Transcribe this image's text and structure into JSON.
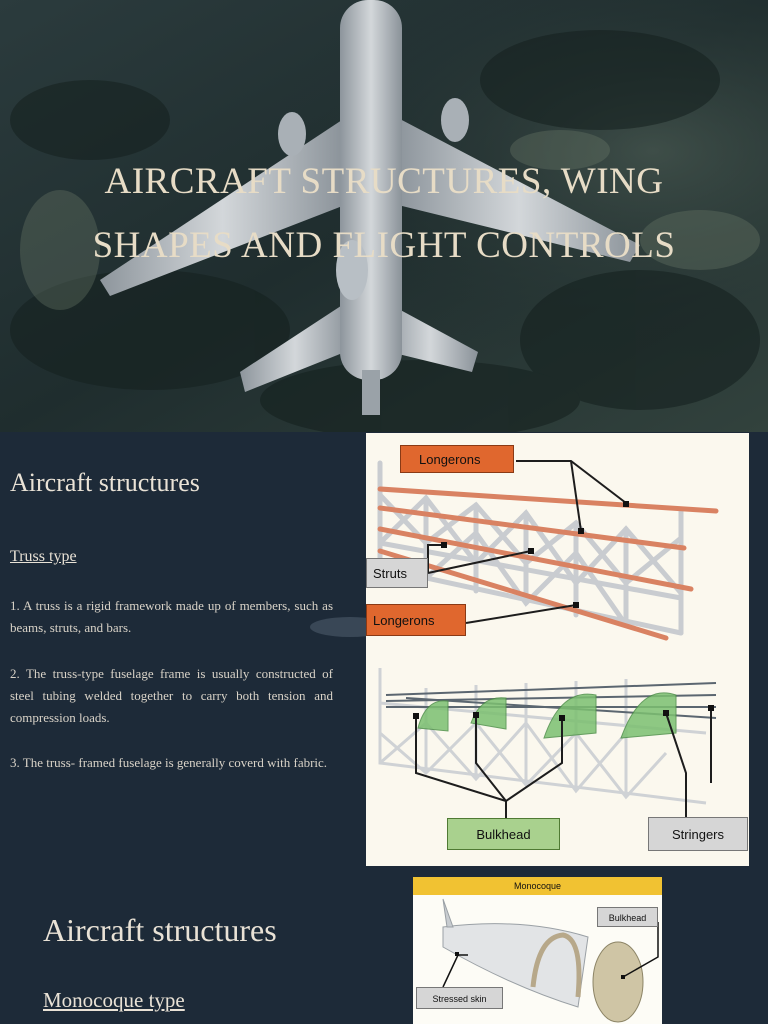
{
  "slide1": {
    "title_line1": "AIRCRAFT STRUCTURES, WING",
    "title_line2": "SHAPES AND  FLIGHT CONTROLS"
  },
  "slide2": {
    "heading": "Aircraft structures",
    "subheading": "Truss type",
    "points": [
      "1. A truss is a rigid framework made up of members, such as  beams, struts, and bars.",
      "2. The truss-type fuselage frame is usually constructed of steel tubing welded together to carry both tension and compression loads.",
      "3.  The truss- framed fuselage is generally coverd with fabric."
    ],
    "diagram_labels": {
      "longerons_top": "Longerons",
      "struts": "Struts",
      "longerons_bottom": "Longerons",
      "bulkhead": "Bulkhead",
      "stringers": "Stringers"
    }
  },
  "slide3": {
    "heading": "Aircraft structures",
    "subheading": "Monocoque type",
    "diagram_labels": {
      "title": "Monocoque",
      "bulkhead": "Bulkhead",
      "stressed_skin": "Stressed skin"
    }
  },
  "colors": {
    "slide_bg": "#1d2a38",
    "title_text": "#e7dcc6",
    "label_orange": "#e0672e",
    "label_grey": "#d6d6d6",
    "label_green": "#a9d18e",
    "tube_red": "#d9876a"
  }
}
